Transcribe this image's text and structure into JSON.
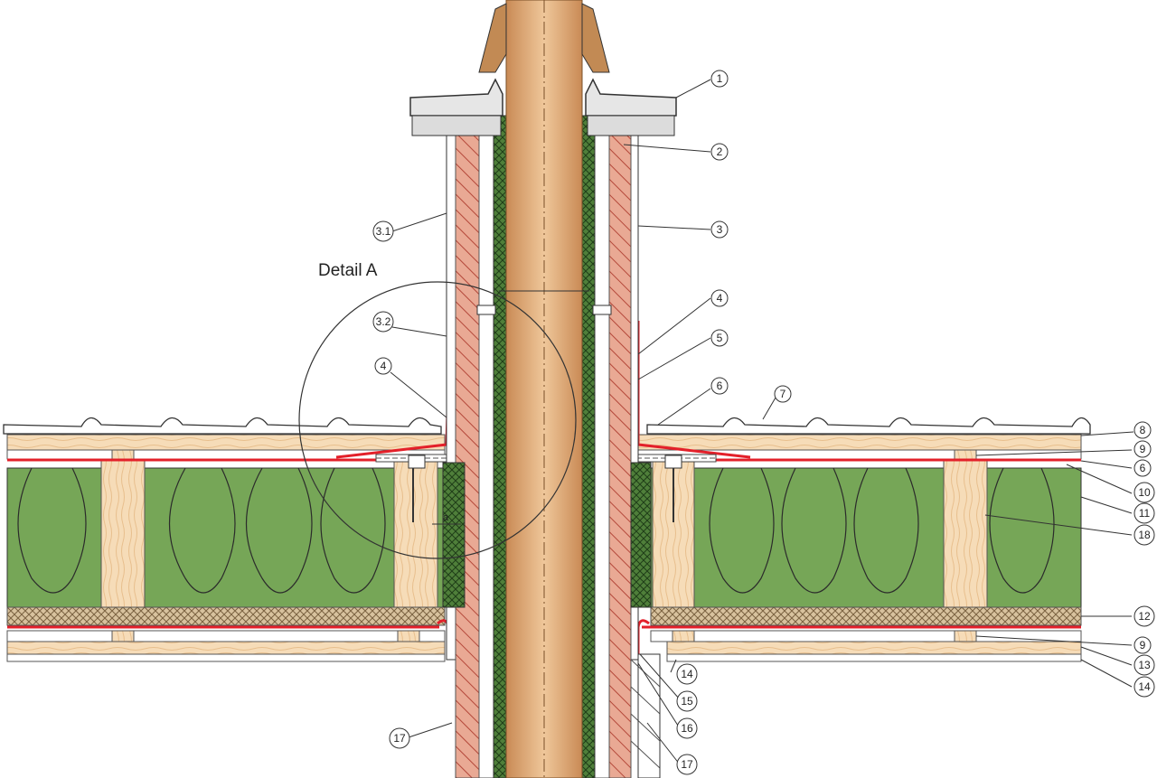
{
  "detail_label": "Detail   A",
  "dimension_label": "a",
  "callouts": [
    {
      "id": "c1",
      "label": "1"
    },
    {
      "id": "c2",
      "label": "2"
    },
    {
      "id": "c3",
      "label": "3"
    },
    {
      "id": "c3_1",
      "label": "3.1"
    },
    {
      "id": "c3_2",
      "label": "3.2"
    },
    {
      "id": "c4_left",
      "label": "4"
    },
    {
      "id": "c4_right",
      "label": "4"
    },
    {
      "id": "c5",
      "label": "5"
    },
    {
      "id": "c6_upper",
      "label": "6"
    },
    {
      "id": "c6_lower",
      "label": "6"
    },
    {
      "id": "c7",
      "label": "7"
    },
    {
      "id": "c8",
      "label": "8"
    },
    {
      "id": "c9_upper",
      "label": "9"
    },
    {
      "id": "c9_lower",
      "label": "9"
    },
    {
      "id": "c10",
      "label": "10"
    },
    {
      "id": "c11",
      "label": "11"
    },
    {
      "id": "c12",
      "label": "12"
    },
    {
      "id": "c13",
      "label": "13"
    },
    {
      "id": "c14_inner",
      "label": "14"
    },
    {
      "id": "c14_outer",
      "label": "14"
    },
    {
      "id": "c15",
      "label": "15"
    },
    {
      "id": "c16",
      "label": "16"
    },
    {
      "id": "c17_left",
      "label": "17"
    },
    {
      "id": "c17_right",
      "label": "17"
    },
    {
      "id": "c18",
      "label": "18"
    }
  ],
  "colors": {
    "brick": "#e6a08a",
    "brick_hatch": "#b4483a",
    "flue": "#d7a06e",
    "insulation": "#76a657",
    "insulation_dark": "#2f5a26",
    "timber": "#f5d9b4",
    "membrane": "#e3202a",
    "cap": "#d9d9d9"
  }
}
